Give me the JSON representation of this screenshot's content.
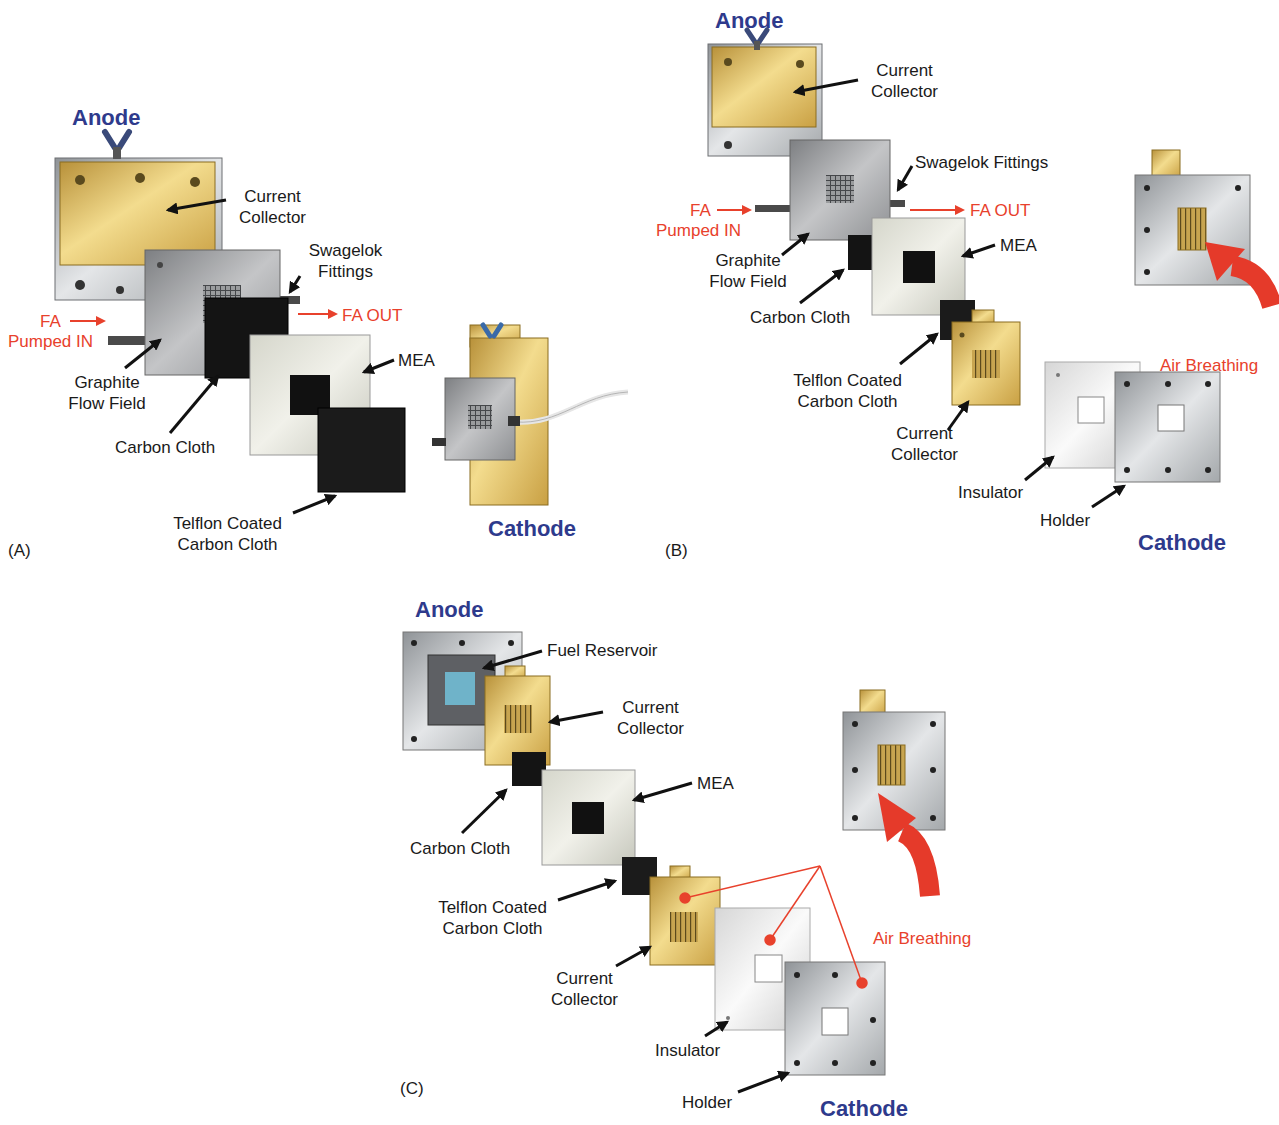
{
  "diagram": {
    "labels": [
      "Anode",
      "Current Collector",
      "Swagelok Fittings",
      "FA",
      "Pumped IN",
      "FA OUT",
      "Graphite Flow Field",
      "MEA",
      "Carbon Cloth",
      "Telflon Coated Carbon Cloth",
      "Cathode",
      "(A)",
      "Anode",
      "Current Collector",
      "Swagelok Fittings",
      "FA",
      "Pumped IN",
      "FA OUT",
      "Graphite Flow Field",
      "MEA",
      "Carbon Cloth",
      "Telflon Coated Carbon Cloth",
      "Current Collector",
      "Air Breathing",
      "Insulator",
      "Holder",
      "Cathode",
      "(B)",
      "Anode",
      "Fuel Reservoir",
      "Current Collector",
      "MEA",
      "Carbon Cloth",
      "Telflon Coated Carbon Cloth",
      "Air Breathing",
      "Current Collector",
      "Insulator",
      "Holder",
      "(C)",
      "Cathode"
    ]
  }
}
